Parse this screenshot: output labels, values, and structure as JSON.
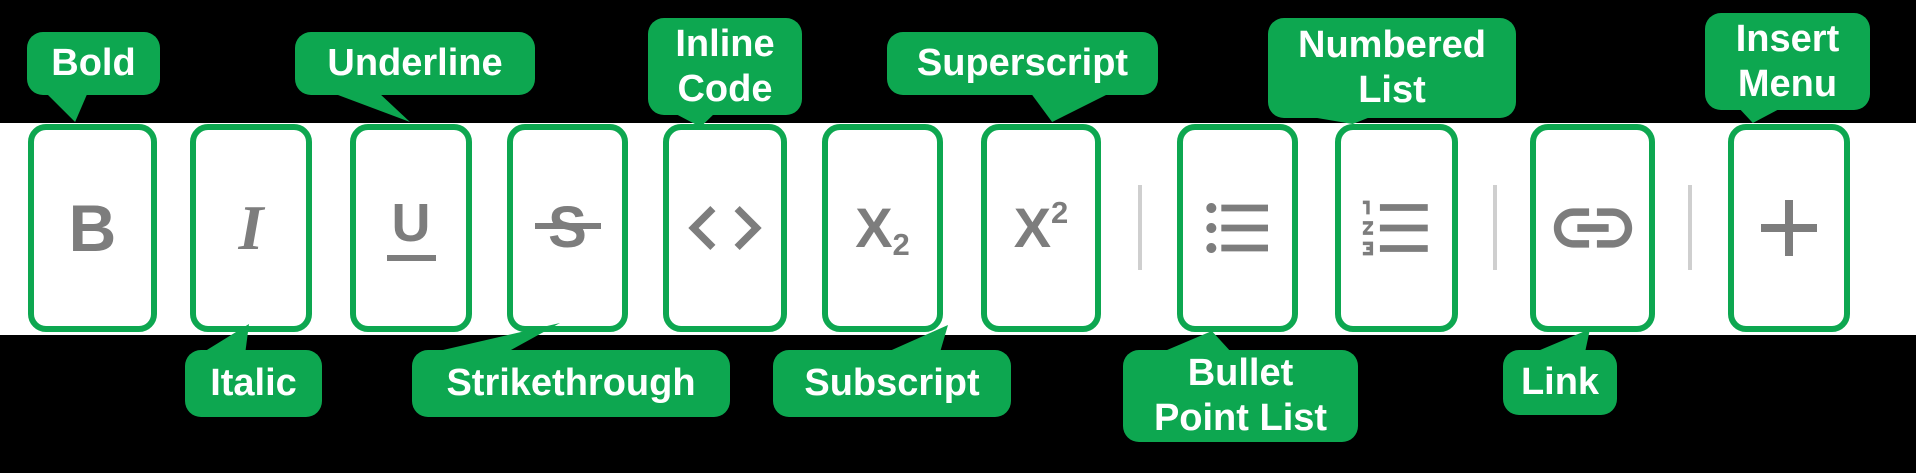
{
  "colors": {
    "background": "#000000",
    "toolbar-bg": "#ffffff",
    "green": "#0da750",
    "icon": "#7d7d7d",
    "divider": "#cfcfcf",
    "label-text": "#ffffff"
  },
  "toolbar": {
    "buttons": [
      {
        "id": "bold",
        "icon": "bold-icon",
        "glyph": "B",
        "annotation": "Bold"
      },
      {
        "id": "italic",
        "icon": "italic-icon",
        "glyph": "I",
        "annotation": "Italic"
      },
      {
        "id": "underline",
        "icon": "underline-icon",
        "glyph": "U",
        "annotation": "Underline"
      },
      {
        "id": "strikethrough",
        "icon": "strikethrough-icon",
        "glyph": "S",
        "annotation": "Strikethrough"
      },
      {
        "id": "inline_code",
        "icon": "code-icon",
        "annotation": "Inline\nCode"
      },
      {
        "id": "subscript",
        "icon": "subscript-icon",
        "glyph": "X",
        "script": "2",
        "annotation": "Subscript"
      },
      {
        "id": "superscript",
        "icon": "superscript-icon",
        "glyph": "X",
        "script": "2",
        "annotation": "Superscript"
      },
      {
        "id": "bullet_point_list",
        "icon": "bullet-list-icon",
        "annotation": "Bullet\nPoint List"
      },
      {
        "id": "numbered_list",
        "icon": "numbered-list-icon",
        "annotation": "Numbered\nList"
      },
      {
        "id": "link",
        "icon": "link-icon",
        "annotation": "Link"
      },
      {
        "id": "insert_menu",
        "icon": "plus-icon",
        "annotation": "Insert\nMenu"
      }
    ],
    "divider_count": 3
  }
}
